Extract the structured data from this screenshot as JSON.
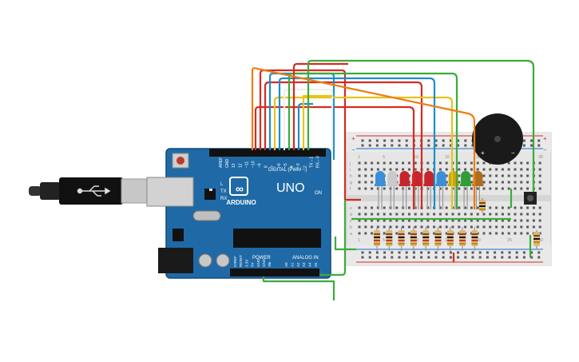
{
  "arduino": {
    "brand": "ARDUINO",
    "model": "UNO",
    "on_label": "ON",
    "tx_label": "TX",
    "rx_label": "RX",
    "l_label": "L",
    "digital_label": "DIGITAL (PWM ~)",
    "power_label": "POWER",
    "analog_label": "ANALOG IN",
    "digital_pins": [
      "AREF",
      "GND",
      "13",
      "12",
      "~11",
      "~10",
      "~9",
      "8",
      "7",
      "~6",
      "~5",
      "4",
      "~3",
      "2",
      "TX→1",
      "RX←0"
    ],
    "power_pins": [
      "IOREF",
      "RESET",
      "3.3V",
      "5V",
      "GND",
      "GND",
      "Vin"
    ],
    "analog_pins": [
      "A0",
      "A1",
      "A2",
      "A3",
      "A4",
      "A5"
    ]
  },
  "breadboard": {
    "col_labels": [
      "1",
      "5",
      "10",
      "15",
      "20",
      "25",
      "30"
    ],
    "row_labels_top": [
      "j",
      "i",
      "h",
      "g",
      "f"
    ],
    "row_labels_bottom": [
      "e",
      "d",
      "c",
      "b",
      "a"
    ],
    "rail_plus": "+",
    "rail_minus": "−"
  },
  "buzzer": {
    "plus": "+",
    "minus": "−"
  },
  "colors": {
    "board": "#1f6aa6",
    "wire_red": "#d42b22",
    "wire_blue": "#1b8fc9",
    "wire_green": "#3aac3a",
    "wire_orange": "#ee7d10",
    "wire_yellow": "#e8c31c",
    "wire_white": "#eeeeee"
  },
  "leds": [
    "blue",
    "white",
    "red",
    "red",
    "red",
    "blue",
    "yellow",
    "green",
    "orange"
  ]
}
